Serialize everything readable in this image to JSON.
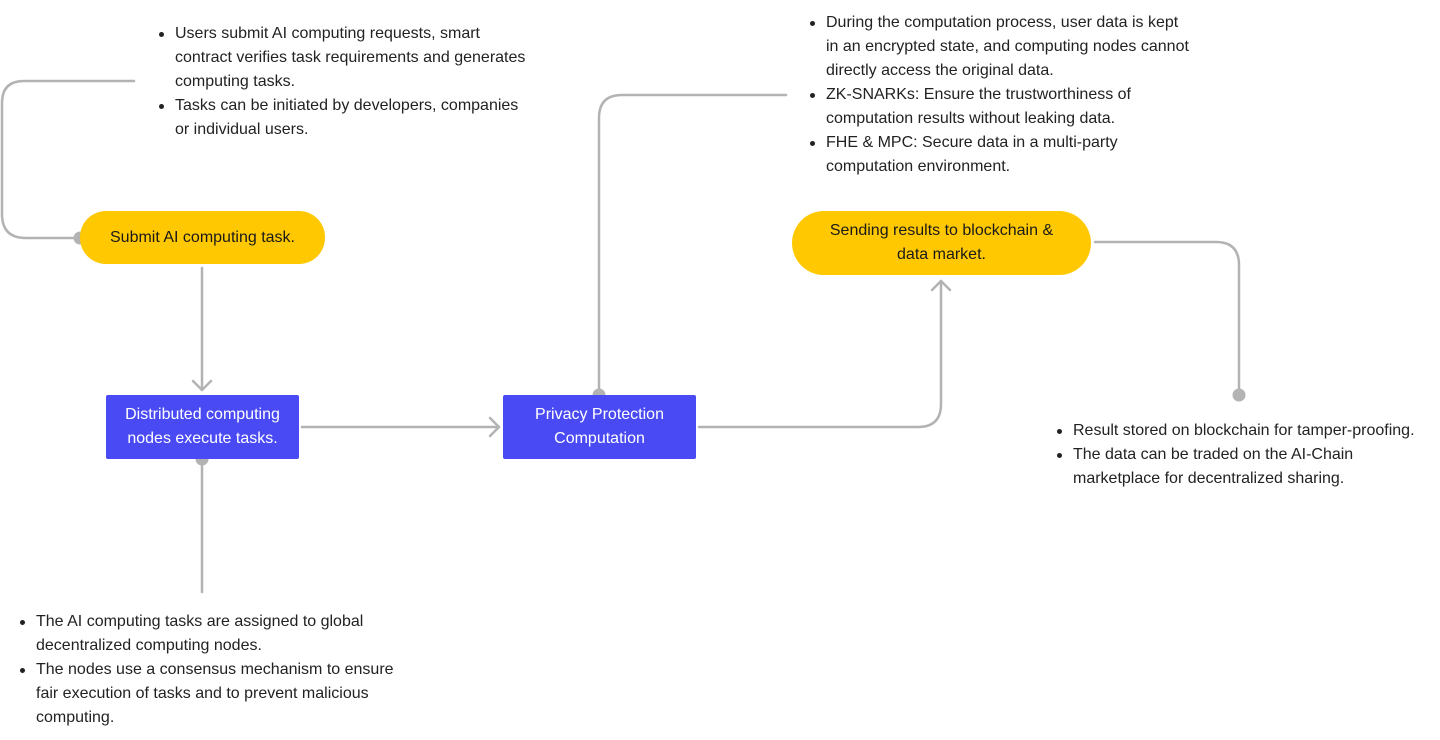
{
  "colors": {
    "accent_yellow": "#FFC800",
    "accent_blue": "#4A4AF4",
    "connector": "#B3B3B3"
  },
  "nodes": {
    "submit_task": "Submit AI computing task.",
    "distributed_nodes": "Distributed computing nodes execute tasks.",
    "privacy_computation": "Privacy Protection Computation",
    "send_results": "Sending results to blockchain & data market."
  },
  "notes": {
    "submit": [
      "Users submit AI computing requests, smart contract verifies task requirements and generates computing tasks.",
      "Tasks can be initiated by developers, companies or individual users."
    ],
    "distributed": [
      "The AI computing tasks are assigned to global decentralized computing nodes.",
      "The nodes use a consensus mechanism to ensure fair execution of tasks and to prevent malicious computing."
    ],
    "privacy": [
      "During the computation process, user data is kept in an encrypted state, and computing nodes cannot directly access the original data.",
      "ZK-SNARKs: Ensure the trustworthiness of computation results without leaking data.",
      "FHE & MPC: Secure data in a multi-party computation environment."
    ],
    "results": [
      "Result stored on blockchain for tamper-proofing.",
      "The data can be traded on the AI-Chain marketplace for decentralized sharing."
    ]
  }
}
